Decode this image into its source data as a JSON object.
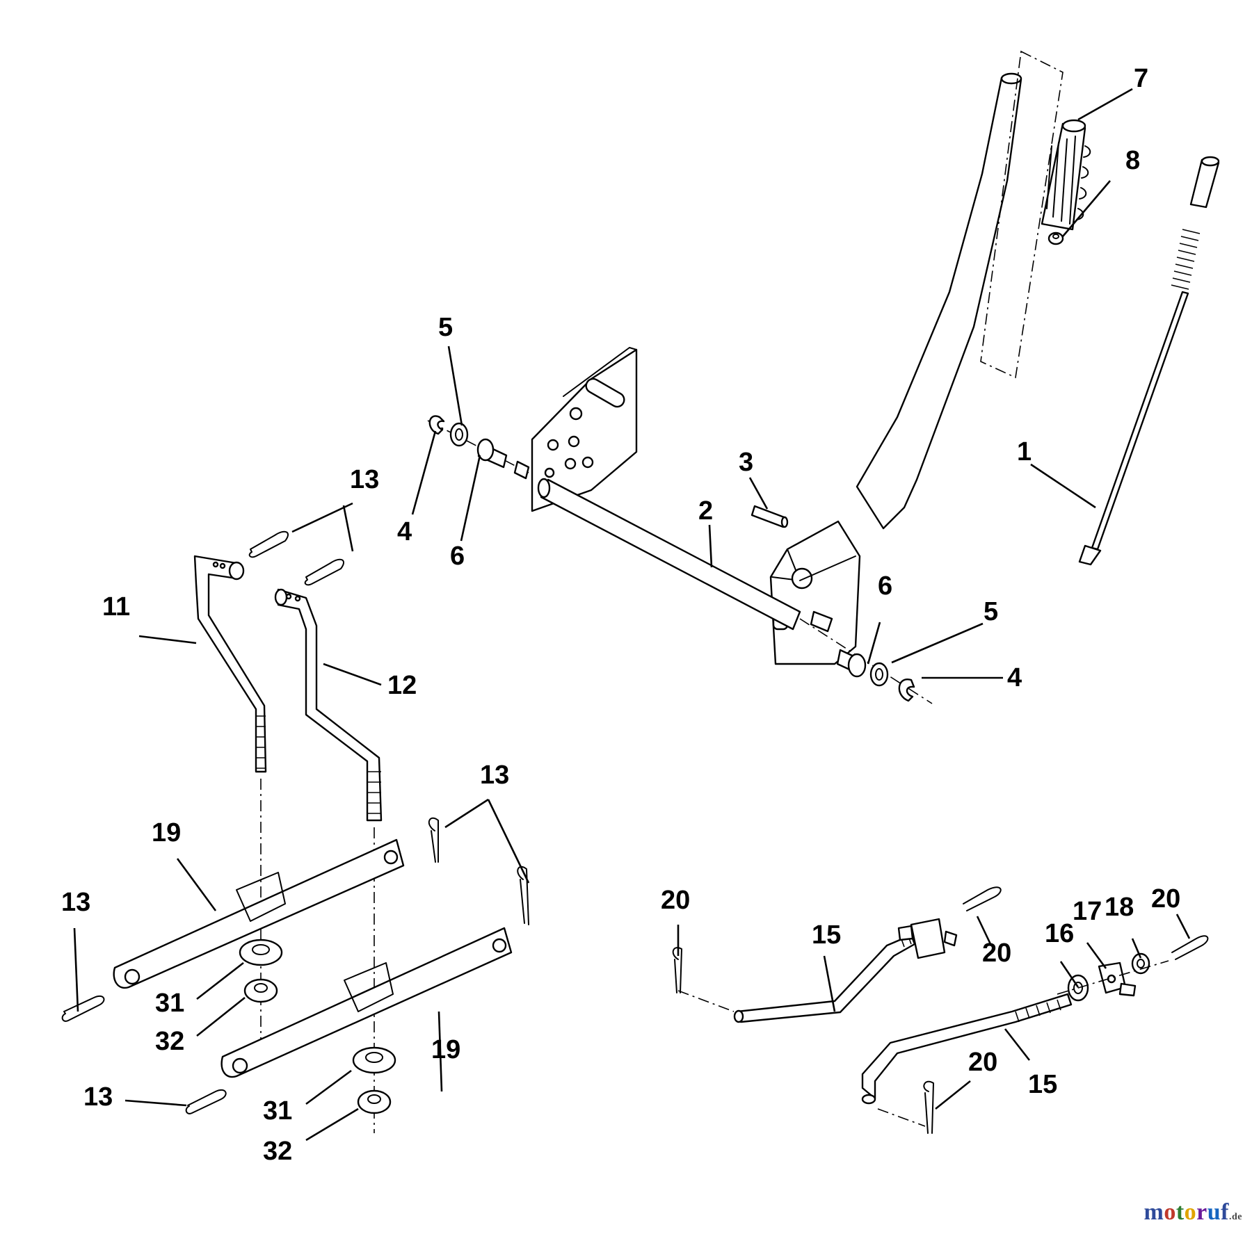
{
  "callouts": [
    {
      "id": "c1",
      "label": "1"
    },
    {
      "id": "c2",
      "label": "2"
    },
    {
      "id": "c3",
      "label": "3"
    },
    {
      "id": "c4a",
      "label": "4"
    },
    {
      "id": "c4b",
      "label": "4"
    },
    {
      "id": "c5a",
      "label": "5"
    },
    {
      "id": "c5b",
      "label": "5"
    },
    {
      "id": "c6a",
      "label": "6"
    },
    {
      "id": "c6b",
      "label": "6"
    },
    {
      "id": "c7",
      "label": "7"
    },
    {
      "id": "c8",
      "label": "8"
    },
    {
      "id": "c11",
      "label": "11"
    },
    {
      "id": "c12",
      "label": "12"
    },
    {
      "id": "c13a",
      "label": "13"
    },
    {
      "id": "c13b",
      "label": "13"
    },
    {
      "id": "c13c",
      "label": "13"
    },
    {
      "id": "c13d",
      "label": "13"
    },
    {
      "id": "c15a",
      "label": "15"
    },
    {
      "id": "c15b",
      "label": "15"
    },
    {
      "id": "c16",
      "label": "16"
    },
    {
      "id": "c17",
      "label": "17"
    },
    {
      "id": "c18",
      "label": "18"
    },
    {
      "id": "c19a",
      "label": "19"
    },
    {
      "id": "c19b",
      "label": "19"
    },
    {
      "id": "c20a",
      "label": "20"
    },
    {
      "id": "c20b",
      "label": "20"
    },
    {
      "id": "c20c",
      "label": "20"
    },
    {
      "id": "c20d",
      "label": "20"
    },
    {
      "id": "c31a",
      "label": "31"
    },
    {
      "id": "c31b",
      "label": "31"
    },
    {
      "id": "c32a",
      "label": "32"
    },
    {
      "id": "c32b",
      "label": "32"
    }
  ],
  "watermark": {
    "parts": [
      "m",
      "o",
      "t",
      "o",
      "r",
      "u",
      "f"
    ],
    "tld": ".de"
  }
}
